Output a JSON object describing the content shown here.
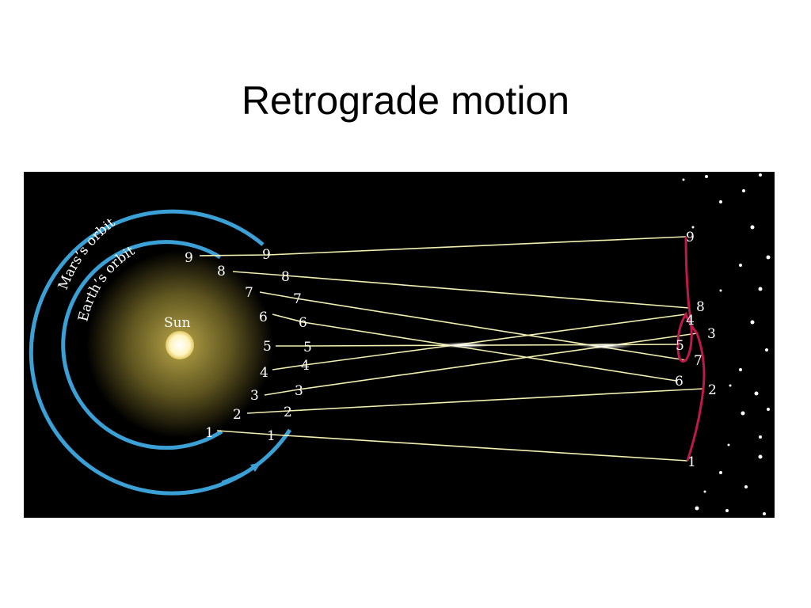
{
  "slide": {
    "title": "Retrograde motion"
  },
  "diagram": {
    "labels": {
      "mars_orbit": "Mars’s orbit",
      "earth_orbit": "Earth’s orbit",
      "sun": "Sun"
    },
    "earth_positions": [
      "1",
      "2",
      "3",
      "4",
      "5",
      "6",
      "7",
      "8",
      "9"
    ],
    "mars_positions": [
      "1",
      "2",
      "3",
      "4",
      "5",
      "6",
      "7",
      "8",
      "9"
    ],
    "apparent_positions": [
      "1",
      "2",
      "3",
      "4",
      "5",
      "6",
      "7",
      "8",
      "9"
    ],
    "colors": {
      "background": "#000000",
      "orbit": "#3aa0d6",
      "sight_line": "#f2f0b0",
      "apparent_path": "#c0184a",
      "sun": "#fff6d0"
    }
  }
}
